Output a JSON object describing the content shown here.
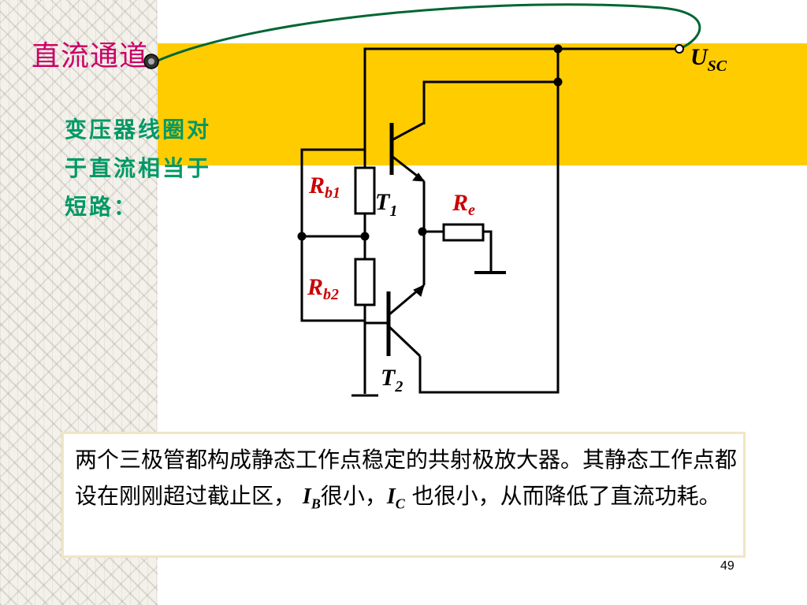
{
  "slide": {
    "title": "直流通道",
    "note": "变压器线圈对于直流相当于短路：",
    "page_number": "49"
  },
  "diagram": {
    "labels": {
      "rb1": {
        "main": "R",
        "sub": "b1"
      },
      "rb2": {
        "main": "R",
        "sub": "b2"
      },
      "re": {
        "main": "R",
        "sub": "e"
      },
      "t1": {
        "main": "T",
        "sub": "1"
      },
      "t2": {
        "main": "T",
        "sub": "2"
      },
      "usc": {
        "main": "U",
        "sub": "SC"
      }
    },
    "colors": {
      "label_red": "#cc0000",
      "label_black": "#000000",
      "wire": "#000000",
      "green_wire": "#006633",
      "band": "#ffcc00",
      "title": "#cc0066",
      "note": "#009966"
    }
  },
  "info": {
    "part1": "两个三极管都构成静态工作点稳定的共射极放大器。其静态工作点都设在刚刚超过截止区，",
    "ib_main": "I",
    "ib_sub": "B",
    "part2": "很小，",
    "ic_main": "I",
    "ic_sub": "C",
    "part3": " 也很小，从而降低了直流功耗。"
  }
}
